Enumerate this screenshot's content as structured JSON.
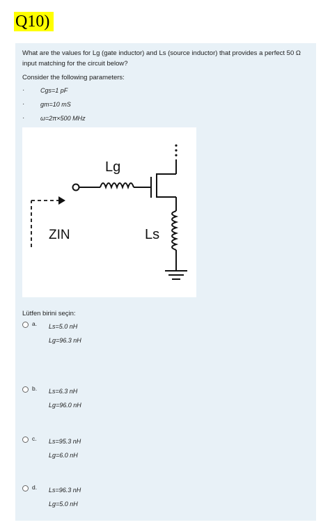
{
  "question": {
    "label": "Q10)",
    "text": "What are the values for Lg (gate inductor) and Ls (source inductor) that provides a perfect 50 Ω input matching for the circuit below?",
    "consider": "Consider the following parameters:",
    "params": [
      {
        "bullet": "·",
        "text": "Cgs=1 pF"
      },
      {
        "bullet": "·",
        "text": "gm=10 mS"
      },
      {
        "bullet": "·",
        "text": "ω=2π×500 MHz"
      }
    ]
  },
  "circuit": {
    "lg": "Lg",
    "ls": "Ls",
    "zin": "ZIN"
  },
  "answer": {
    "prompt": "Lütfen birini seçin:",
    "options": [
      {
        "letter": "a.",
        "line1": "Ls=5.0 nH",
        "line2": "Lg=96.3 nH"
      },
      {
        "letter": "b.",
        "line1": "Ls=6.3 nH",
        "line2": "Lg=96.0 nH"
      },
      {
        "letter": "c.",
        "line1": "Ls=95.3 nH",
        "line2": "Lg=6.0 nH"
      },
      {
        "letter": "d.",
        "line1": "Ls=96.3 nH",
        "line2": "Lg=5.0 nH"
      }
    ]
  }
}
